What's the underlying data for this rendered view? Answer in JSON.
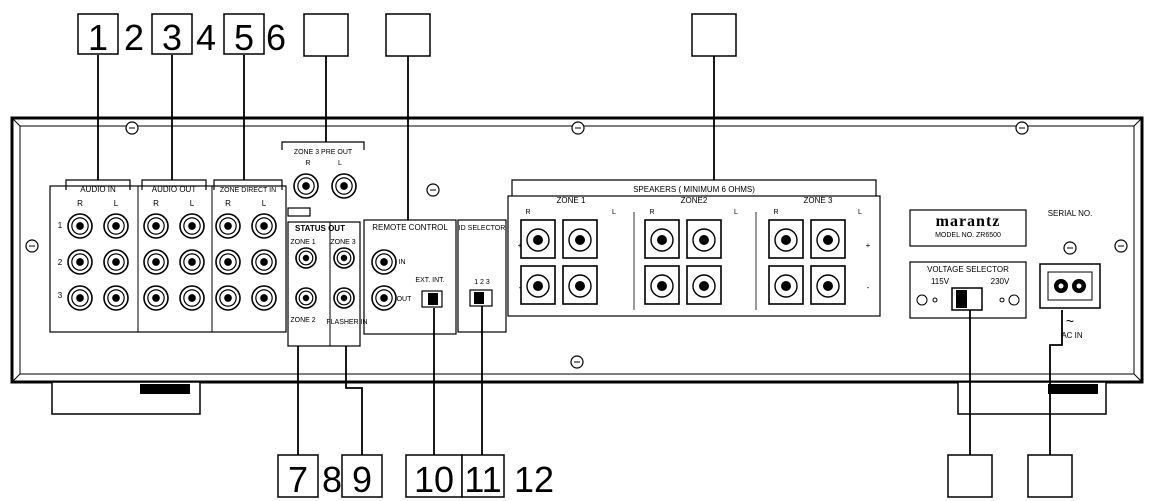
{
  "callouts": {
    "top_numbers": [
      "1",
      "2",
      "3",
      "4",
      "5",
      "6"
    ],
    "bottom_numbers": [
      "7",
      "8",
      "9",
      "10",
      "11",
      "12"
    ]
  },
  "panel": {
    "audio_in": "AUDIO IN",
    "audio_out": "AUDIO OUT",
    "zone_direct_in": "ZONE DIRECT IN",
    "r": "R",
    "l": "L",
    "row_1": "1",
    "row_2": "2",
    "row_3": "3",
    "zone3_pre_out": "ZONE 3 PRE OUT",
    "status_out": "STATUS OUT",
    "zone_1_small": "ZONE 1",
    "zone_3_small": "ZONE 3",
    "zone_2_small": "ZONE 2",
    "flasher_in": "FLASHER IN",
    "remote_control": "REMOTE CONTROL",
    "in": "IN",
    "out": "OUT",
    "ext_int": "EXT. INT.",
    "id_selector": "ID SELECTOR",
    "id_positions": "1 2 3",
    "speakers": "SPEAKERS ( MINIMUM 6 OHMS)",
    "zone1": "ZONE 1",
    "zone2": "ZONE2",
    "zone3": "ZONE 3",
    "plus": "+",
    "minus": "-",
    "brand": "marantz",
    "model": "MODEL NO. ZR6500",
    "serial": "SERIAL NO.",
    "voltage_selector": "VOLTAGE SELECTOR",
    "v115": "115V",
    "v230": "230V",
    "ac_in": "AC IN",
    "tilde": "~"
  }
}
